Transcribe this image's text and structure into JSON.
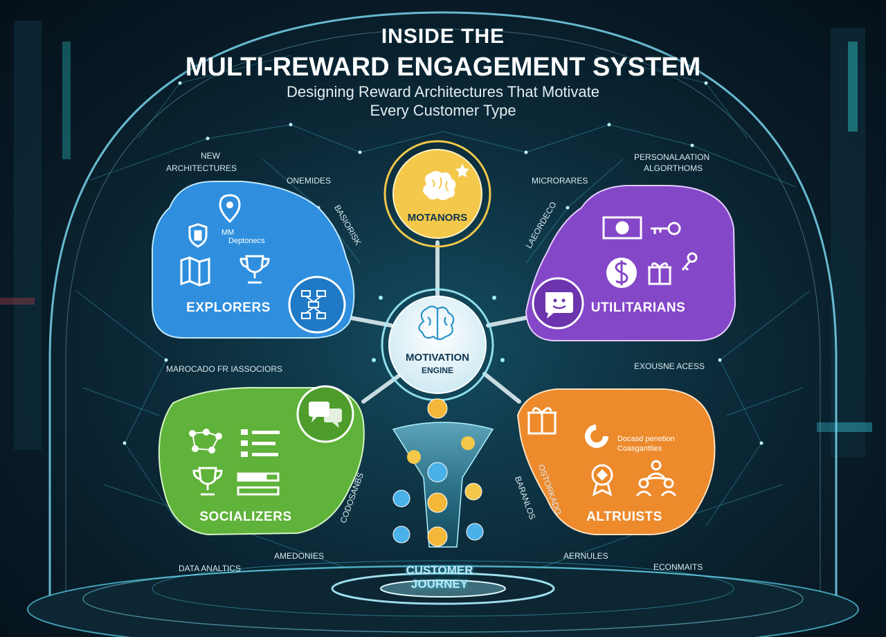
{
  "header": {
    "title_line1": "INSIDE THE",
    "title_line2": "MULTI-REWARD ENGAGEMENT SYSTEM",
    "subtitle_line1": "Designing Reward Architectures That Motivate",
    "subtitle_line2": "Every Customer Type"
  },
  "center": {
    "motivators_label": "MOTANORS",
    "engine_line1": "MOTIVATION",
    "engine_line2": "ENGINE"
  },
  "segments": {
    "explorers": {
      "label": "EXPLORERS",
      "inner_text_1": "MM",
      "inner_text_2": "Deptonecs",
      "color": "#2f8fde",
      "icons": [
        "shield-icon",
        "location-pin-icon",
        "map-icon",
        "trophy-icon",
        "flowchart-icon"
      ]
    },
    "utilitarians": {
      "label": "UTILITARIANS",
      "color": "#8447c8",
      "icons": [
        "banknote-icon",
        "key-icon",
        "dollar-coin-icon",
        "gift-icon",
        "smiley-chat-icon"
      ]
    },
    "socializers": {
      "label": "SOCIALIZERS",
      "color": "#5fb23a",
      "icons": [
        "chat-bubbles-icon",
        "network-icon",
        "list-icon",
        "trophy-icon",
        "progress-bars-icon"
      ]
    },
    "altruists": {
      "label": "ALTRUISTS",
      "inner_text_1": "Docasd penetion",
      "inner_text_2": "Coasgantties",
      "color": "#ec8a2c",
      "icons": [
        "gift-icon",
        "donut-chart-icon",
        "badge-icon",
        "people-icon"
      ]
    }
  },
  "annotations": {
    "new_architectures_1": "NEW",
    "new_architectures_2": "ARCHITECTURES",
    "personalization_1": "PERSONALAATION",
    "personalization_2": "ALGORTHOMS",
    "onemides": "ONEMIDES",
    "microrares": "MICRORARES",
    "basiorisk": "BASIORISK",
    "laeordeco": "LAEORDECO",
    "marocado": "MAROCADO FR IASSOCIORS",
    "exclusive_access": "EXOUSNE ACESS",
    "data_analytics": "DATA ANALTICS",
    "amedonies": "AMEDONIES",
    "aernules": "AERNULES",
    "econmaits": "ECONMAITS",
    "coodinabs": "CODOSANBS",
    "baranlos": "BARANLOS",
    "ostorkado": "OSTORKADO"
  },
  "journey": {
    "line1": "CUSTOMER",
    "line2": "JOURNEY"
  },
  "colors": {
    "accent": "#3fd0f0",
    "motivators": "#f4c84a",
    "background": "#06141f"
  }
}
